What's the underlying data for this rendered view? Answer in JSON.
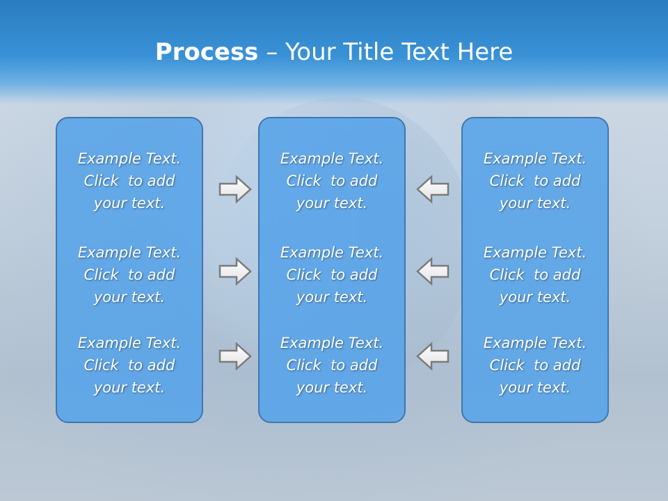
{
  "title": {
    "bold": "Process",
    "rest": " – Your Title Text Here"
  },
  "boxes": [
    {
      "items": [
        {
          "line1": "Example Text.",
          "line2": "Click  to add",
          "line3": "your text."
        },
        {
          "line1": "Example Text.",
          "line2": "Click  to add",
          "line3": "your text."
        },
        {
          "line1": "Example Text.",
          "line2": "Click  to add",
          "line3": "your text."
        }
      ]
    },
    {
      "items": [
        {
          "line1": "Example Text.",
          "line2": "Click  to add",
          "line3": "your text."
        },
        {
          "line1": "Example Text.",
          "line2": "Click  to add",
          "line3": "your text."
        },
        {
          "line1": "Example Text.",
          "line2": "Click  to add",
          "line3": "your text."
        }
      ]
    },
    {
      "items": [
        {
          "line1": "Example Text.",
          "line2": "Click  to add",
          "line3": "your text."
        },
        {
          "line1": "Example Text.",
          "line2": "Click  to add",
          "line3": "your text."
        },
        {
          "line1": "Example Text.",
          "line2": "Click  to add",
          "line3": "your text."
        }
      ]
    }
  ],
  "arrows": {
    "left_column": "right-arrow-icon",
    "right_column": "left-arrow-icon"
  },
  "colors": {
    "header": "#2a7cc0",
    "box_fill": "#56a3e8",
    "box_border": "#3f77ad",
    "text": "#ffffff"
  }
}
